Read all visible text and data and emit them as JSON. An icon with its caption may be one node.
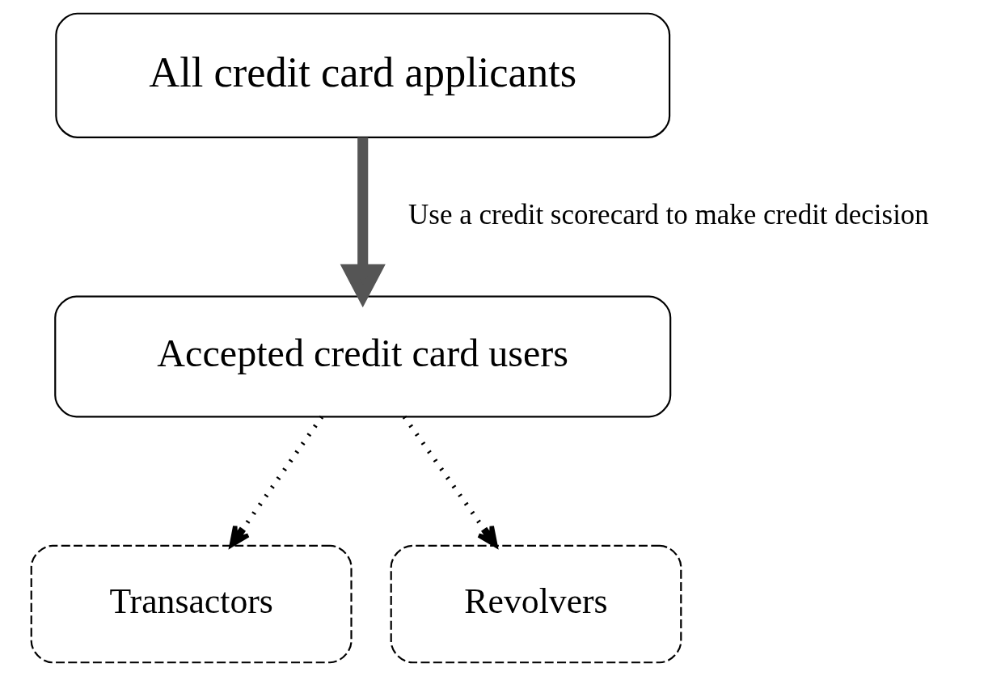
{
  "diagram": {
    "nodes": [
      {
        "text": [
          "All credit card applicants"
        ]
      },
      {
        "text": [
          "Accepted credit card users"
        ]
      },
      {
        "text": [
          "Transactors"
        ]
      },
      {
        "text": [
          "Revolvers"
        ]
      }
    ],
    "edges": [
      {
        "from": 0,
        "to": 1,
        "arrow": "to",
        "label": "Use a credit scorecard to make credit decision",
        "style": "thick"
      },
      {
        "from": 1,
        "to": 2,
        "arrow": "to",
        "style": "dashed"
      },
      {
        "from": 1,
        "to": 3,
        "arrow": "to",
        "style": "dashed"
      }
    ]
  }
}
